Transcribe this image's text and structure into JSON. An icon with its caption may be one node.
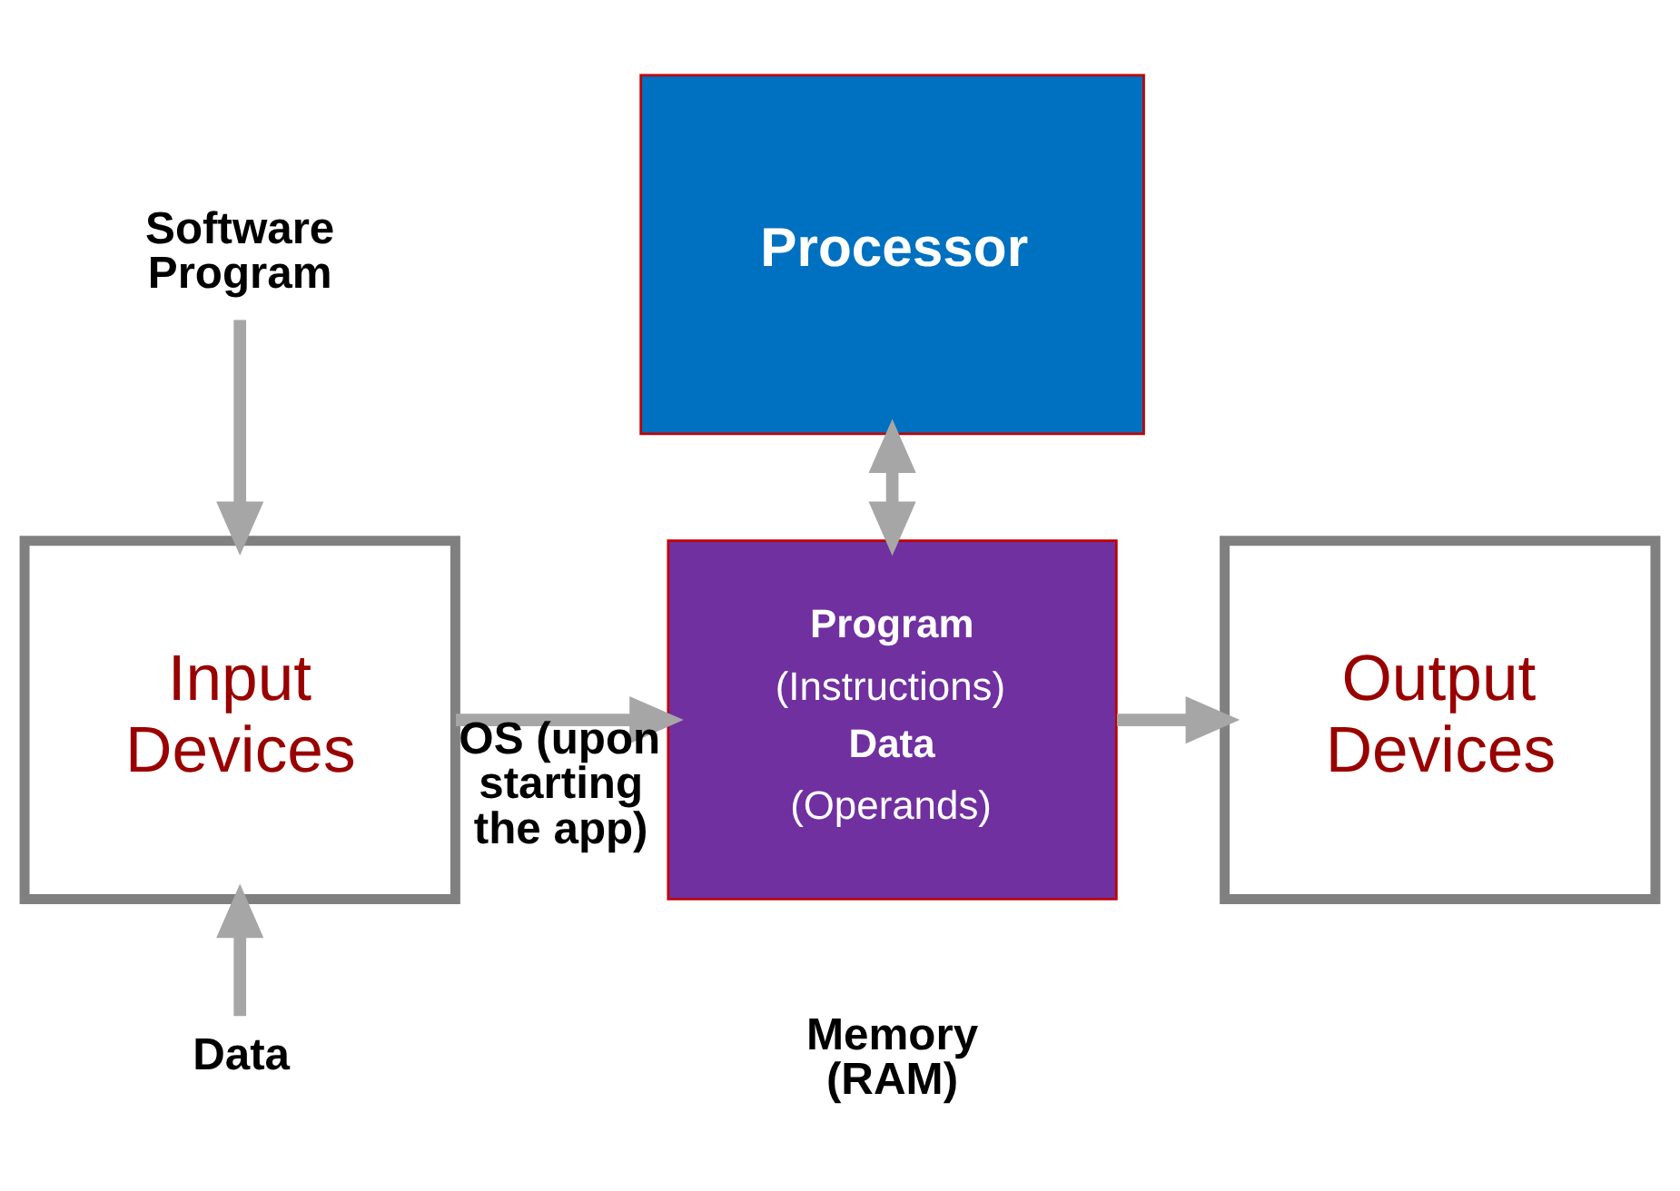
{
  "diagram": {
    "nodes": [
      {
        "text": [
          "Processor"
        ]
      },
      {
        "text": [
          "Software Program"
        ]
      },
      {
        "text": [
          "Input Devices"
        ]
      },
      {
        "text": [
          "Program",
          "(Instructions)",
          "Data",
          "(Operands)"
        ],
        "beside": [
          "Memory (RAM)"
        ]
      },
      {
        "text": [
          "Output Devices"
        ]
      },
      {
        "text": [
          "Data"
        ]
      }
    ],
    "edges": [
      {
        "from": 1,
        "to": 2,
        "arrow": "to"
      },
      {
        "from": 5,
        "to": 2,
        "arrow": "to"
      },
      {
        "from": 2,
        "to": 3,
        "arrow": "to",
        "label": "OS (upon starting the app)"
      },
      {
        "from": 0,
        "to": 3,
        "arrow": "both"
      },
      {
        "from": 3,
        "to": 4,
        "arrow": "to"
      }
    ]
  }
}
